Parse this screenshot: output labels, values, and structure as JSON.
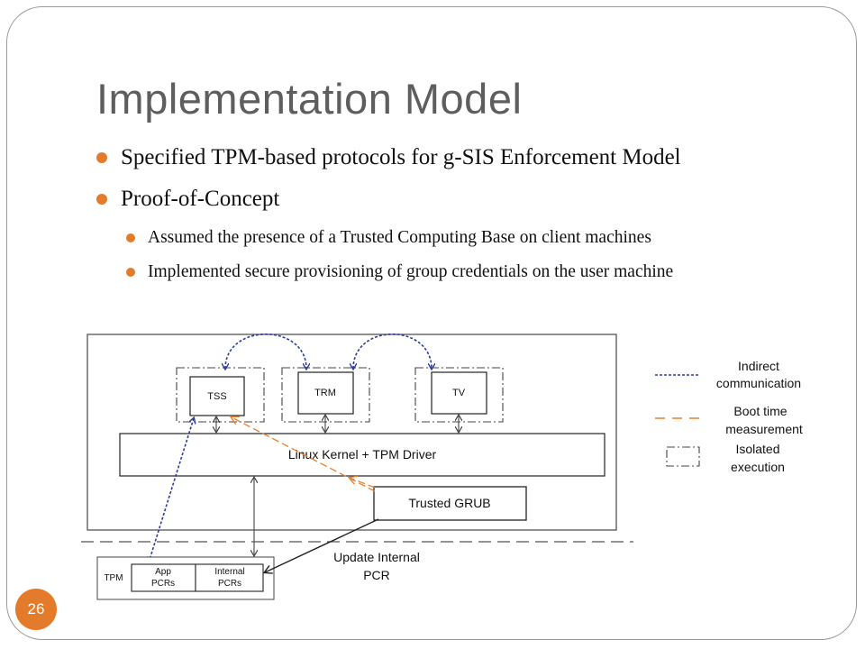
{
  "slide": {
    "title": "Implementation Model",
    "page_number": "26",
    "accent_color": "#e37b2b",
    "title_color": "#5e5e5e"
  },
  "bullets": [
    {
      "text": "Specified TPM-based protocols for g-SIS Enforcement Model",
      "level": 1
    },
    {
      "text": "Proof-of-Concept",
      "level": 1
    },
    {
      "text": "Assumed the presence of a Trusted Computing Base on client machines",
      "level": 2
    },
    {
      "text": "Implemented secure provisioning of group credentials on the user machine",
      "level": 2
    }
  ],
  "diagram": {
    "components": {
      "tss": "TSS",
      "trm": "TRM",
      "tv": "TV",
      "kernel": "Linux Kernel + TPM Driver",
      "grub": "Trusted GRUB",
      "tpm": "TPM",
      "app_pcrs_line1": "App",
      "app_pcrs_line2": "PCRs",
      "internal_pcrs_line1": "Internal",
      "internal_pcrs_line2": "PCRs"
    },
    "annotation": {
      "line1": "Update Internal",
      "line2": "PCR"
    },
    "legend": {
      "indirect_line1": "Indirect",
      "indirect_line2": "communication",
      "boot_line1": "Boot time",
      "boot_line2": "measurement",
      "isolated_line1": "Isolated",
      "isolated_line2": "execution"
    },
    "colors": {
      "indirect": "#2e3c9e",
      "boot": "#e8812f"
    }
  }
}
